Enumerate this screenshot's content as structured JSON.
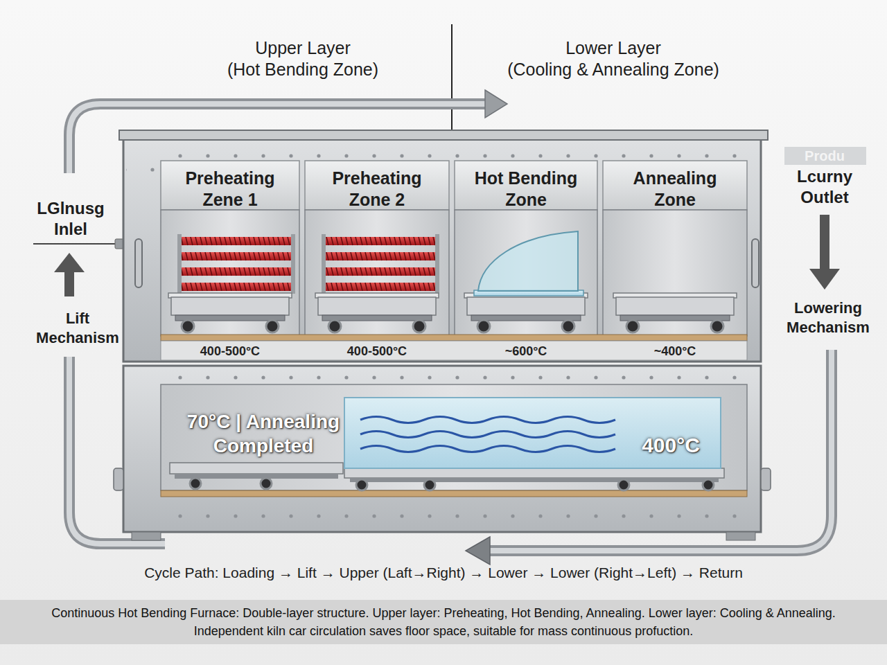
{
  "diagram": {
    "caption": "Continuous Hot Bending Furnace: Double-layer structure. Upper layer: Preheating, Hot Bending, Annealing. Lower layer: Cooling & Annealing. Independent kiln car circulation saves floor space, suitable for mass continuous profuction.",
    "nodes": [
      {
        "text": [
          "Preheating Zene 1",
          "400-500°C"
        ]
      },
      {
        "text": [
          "Preheating Zone 2",
          "400-500°C"
        ]
      },
      {
        "text": [
          "Hot Bending Zone",
          "~600°C"
        ]
      },
      {
        "text": [
          "Annealing Zone",
          "~400°C"
        ]
      },
      {
        "text": [
          "70°C | Annealing Completed",
          "400°C"
        ]
      }
    ],
    "labels": [
      "Upper Layer",
      "(Hot Bending Zone)",
      "Lower Layer",
      "(Cooling & Annealing Zone)",
      "LGlnusg Inlel",
      "Lift Mechanism",
      "Produ",
      "Lcurny Outlet",
      "Lowering Mechanism",
      "Cycle Path: Loading → Lift → Upper (Laft→Right) → Lower → Lower (Right→Left) → Return"
    ]
  }
}
